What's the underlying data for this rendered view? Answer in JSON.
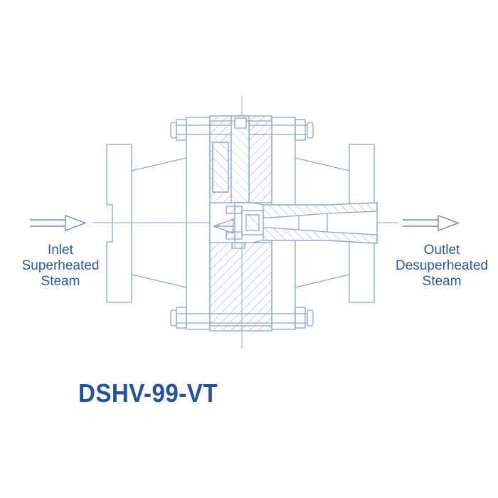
{
  "labels": {
    "inlet": [
      "Inlet",
      "Superheated",
      "Steam"
    ],
    "outlet": [
      "Outlet",
      "Desuperheated",
      "Steam"
    ]
  },
  "title": "DSHV-99-VT",
  "colors": {
    "line": "#8fa3cc",
    "hatch": "#8fa3cc",
    "text": "#2b56a3",
    "title": "#2450a0"
  },
  "icons": [
    "inlet-arrow-icon",
    "outlet-arrow-icon"
  ]
}
